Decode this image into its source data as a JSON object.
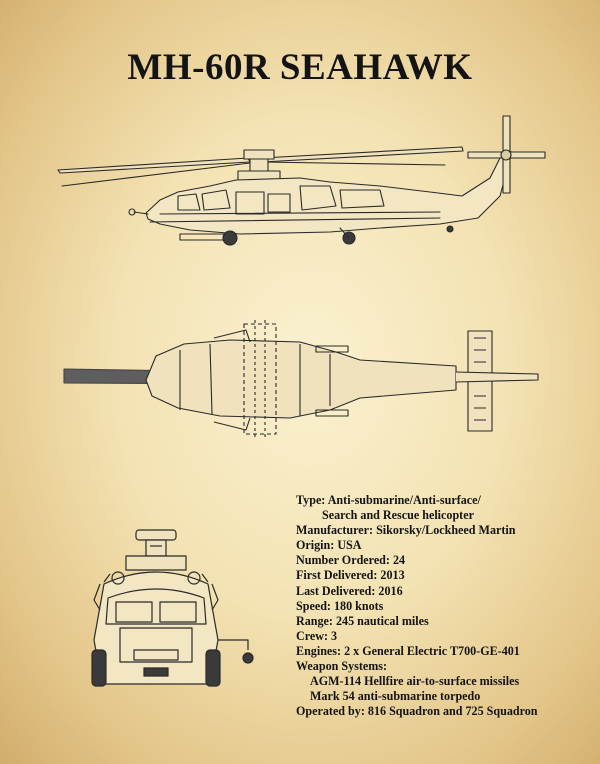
{
  "title": "MH-60R SEAHAWK",
  "colors": {
    "parchment_light": "#fbf1d1",
    "parchment_dark": "#d2ad6c",
    "ink": "#141414",
    "blade_gray": "#5e5e5e"
  },
  "specs": {
    "type_label": "Type:",
    "type_value_line1": "Anti-submarine/Anti-surface/",
    "type_value_line2": "Search and Rescue helicopter",
    "manufacturer_label": "Manufacturer:",
    "manufacturer_value": "Sikorsky/Lockheed Martin",
    "origin_label": "Origin:",
    "origin_value": "USA",
    "number_ordered_label": "Number Ordered:",
    "number_ordered_value": "24",
    "first_delivered_label": "First Delivered:",
    "first_delivered_value": "2013",
    "last_delivered_label": "Last Delivered:",
    "last_delivered_value": "2016",
    "speed_label": "Speed:",
    "speed_value": "180 knots",
    "range_label": "Range:",
    "range_value": "245 nautical miles",
    "crew_label": "Crew:",
    "crew_value": "3",
    "engines_label": "Engines:",
    "engines_value": "2 x General Electric T700-GE-401",
    "weapon_systems_label": "Weapon Systems:",
    "weapon_1": "AGM-114 Hellfire air-to-surface missiles",
    "weapon_2": "Mark 54 anti-submarine torpedo",
    "operated_by_label": "Operated by:",
    "operated_by_value": "816 Squadron and 725 Squadron"
  }
}
